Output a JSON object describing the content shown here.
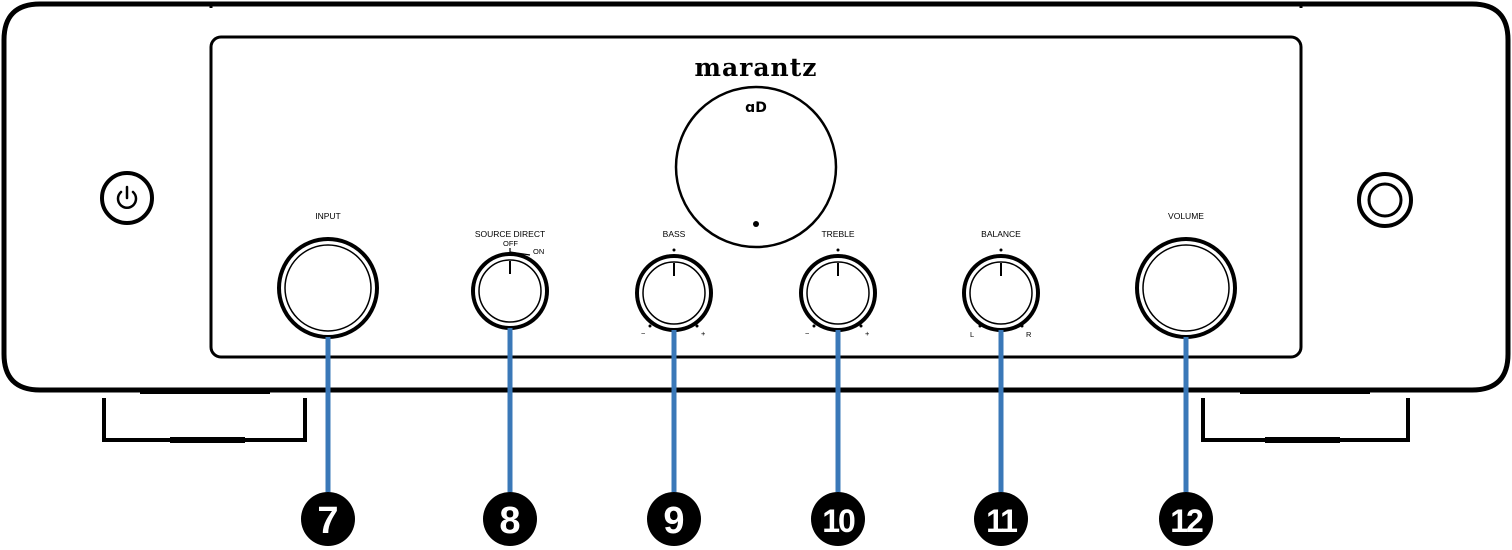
{
  "brand": "marantz",
  "display_mark": "ɑD",
  "colors": {
    "leader_line": "#3a78b8",
    "callout_fill": "#000000",
    "outline": "#000000"
  },
  "controls": {
    "input": {
      "label": "INPUT",
      "callout": "7"
    },
    "source_direct": {
      "label": "SOURCE DIRECT",
      "off": "OFF",
      "on": "ON",
      "callout": "8"
    },
    "bass": {
      "label": "BASS",
      "minus": "−",
      "plus": "+",
      "callout": "9"
    },
    "treble": {
      "label": "TREBLE",
      "minus": "−",
      "plus": "+",
      "callout": "10"
    },
    "balance": {
      "label": "BALANCE",
      "left": "L",
      "right": "R",
      "callout": "11"
    },
    "volume": {
      "label": "VOLUME",
      "callout": "12"
    }
  },
  "icons": {
    "power": "power-icon",
    "headphone": "headphone-jack-icon"
  }
}
